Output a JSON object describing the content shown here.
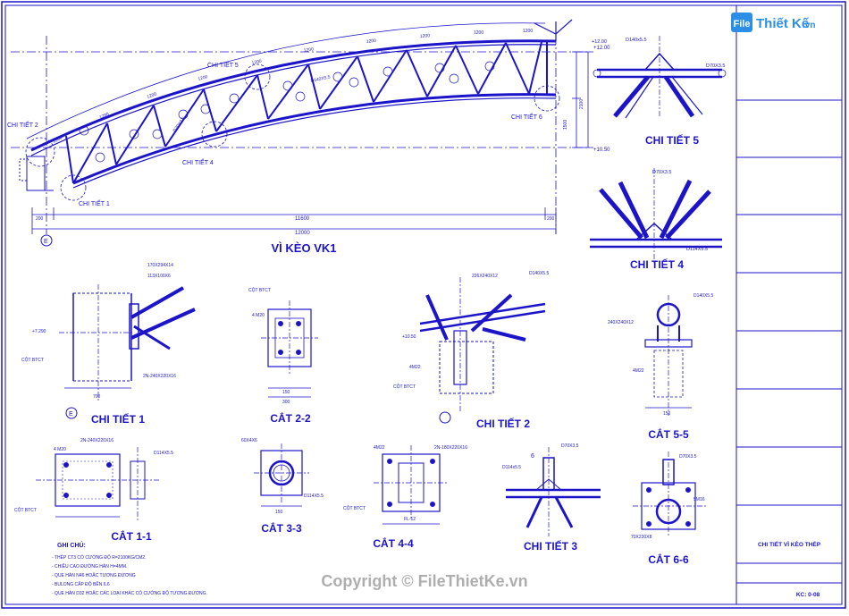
{
  "logo": {
    "file": "File",
    "name": "Thiết Kế",
    "domain": ".vn"
  },
  "watermark": "Copyright © FileThietKe.vn",
  "titles": {
    "truss": "VÌ KÈO VK1",
    "d5": "CHI TIẾT 5",
    "d4": "CHI TIẾT 4",
    "d1": "CHI TIẾT 1",
    "d2": "CHI TIẾT 2",
    "d3": "CHI TIẾT 3",
    "s22": "CẮT 2-2",
    "s55": "CẮT 5-5",
    "s11": "CẮT 1-1",
    "s33": "CẮT 3-3",
    "s44": "CẮT 4-4",
    "s66": "CẮT 6-6"
  },
  "truss_labels": {
    "ct2": "CHI TIẾT 2",
    "ct5": "CHI TIẾT 5",
    "ct6": "CHI TIẾT 6",
    "ct4": "CHI TIẾT 4",
    "ct1": "CHI TIẾT 1",
    "dim_inner": "11600",
    "dim_total": "12000",
    "dim_left": "200",
    "dim_right": "200",
    "elev_top": "+12.00",
    "elev_bot": "+10.50",
    "axis": "E",
    "height1": "1500",
    "height2": "2100",
    "panels": [
      "1200",
      "1200",
      "1200",
      "1200",
      "1200",
      "1200",
      "1200",
      "1200",
      "1200",
      "1200"
    ],
    "member_a": "D140X5.5",
    "member_b": "D70X3.5"
  },
  "detail_labels": {
    "d5_top": "D140x5.5",
    "d5_mid": "D70X3.5",
    "d5_elev": "+12.00",
    "d4_top": "D70X3.5",
    "d4_bot": "D114X5.5",
    "d1_plate1": "170X294X14",
    "d1_plate2": "113X100X6",
    "d1_plate3": "2N-240X220X16",
    "d1_elev": "+7.290",
    "d1_col": "CỘT BTCT",
    "d1_dim": "700",
    "s22_col": "CỘT BTCT",
    "s22_bolt": "4 M20",
    "s22_dim1": "150",
    "s22_dim2": "300",
    "d2_plate": "226X240X12",
    "d2_pipe": "D140X5.5",
    "d2_elev": "+10.50",
    "d2_col": "CỘT BTCT",
    "d2_bolt": "4M22",
    "s55_plate": "240X240X12",
    "s55_pipe": "D140X5.5",
    "s55_bolt": "4M22",
    "s55_dim": "150",
    "s11_plate": "2N-240X220X16",
    "s11_bolt": "4 M20",
    "s11_col": "CỘT BTCT",
    "s11_pipe": "D114X5.5",
    "s33_plate": "60X4X6",
    "s33_pipe": "D114X5.5",
    "s33_dim": "150",
    "s44_bolt": "4M22",
    "s44_plate": "2N-180X220X16",
    "s44_col": "CỘT BTCT",
    "s44_fl": "FL-12",
    "d3_top": "D70X3.5",
    "d3_pipe": "D114x5.5",
    "d3_sec": "6",
    "s66_top": "D70X3.5",
    "s66_bolt": "5M16",
    "s66_plate": "70X230X8"
  },
  "notes": {
    "heading": "GHI CHÚ:",
    "items": [
      "- THÉP CT3 CÓ CƯỜNG ĐỘ R=2100KG/CM2.",
      "- CHIỀU CAO ĐƯỜNG HÀN H=4MM.",
      "- QUE HÀN N46 HOẶC TƯƠNG ĐƯƠNG",
      "- BULONG CẤP ĐỘ BỀN 6.6",
      "- QUE HÀN D32 HOẶC CÁC LOẠI KHÁC CÓ CƯỜNG ĐỘ TƯƠNG ĐƯƠNG."
    ]
  },
  "title_block": {
    "drawing_name": "CHI TIẾT VÌ KÈO THÉP",
    "sheet_no": "KC: 0-08"
  },
  "colors": {
    "ink": "#1c14c8",
    "dim": "#2a2ad8",
    "paper": "#ffffff",
    "logo": "#2b8fe8"
  }
}
